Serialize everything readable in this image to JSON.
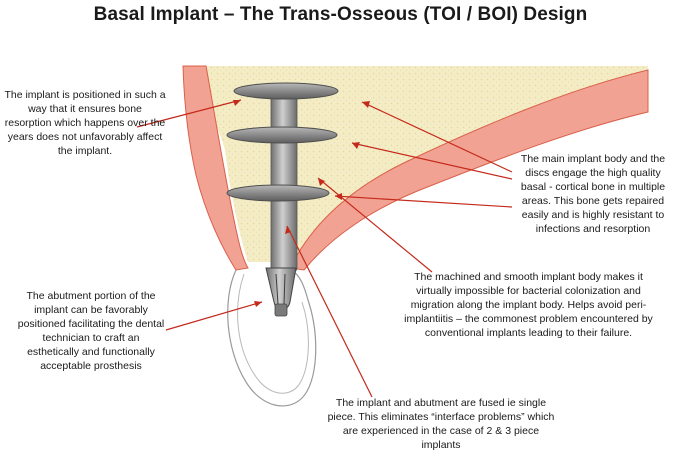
{
  "title": "Basal Implant – The Trans-Osseous (TOI / BOI) Design",
  "annotations": {
    "resorption": "The implant is  positioned in such a way that it ensures  bone resorption which happens over the years does not unfavorably affect the implant.",
    "cortical_bone": "The main implant body and the discs engage the high quality basal - cortical bone in multiple areas. This bone gets repaired easily and is highly resistant to infections and resorption",
    "machined_body": "The machined and smooth implant body makes it virtually impossible for bacterial colonization and migration along the implant body.  Helps avoid peri-implantiitis – the commonest problem encountered by conventional implants leading to their failure.",
    "abutment": "The abutment portion of the implant  can be favorably positioned facilitating the dental technician to craft an esthetically and functionally acceptable prosthesis",
    "fused": "The implant and abutment are fused ie single piece. This eliminates “interface problems”  which are experienced in the case of 2 & 3 piece implants"
  },
  "colors": {
    "cortical_bone": "#f2a292",
    "cortical_outline": "#d9604c",
    "cancellous_bone": "#f4ecc4",
    "implant_metal": "#8e8e8e",
    "leader_line": "#c42a1c"
  }
}
